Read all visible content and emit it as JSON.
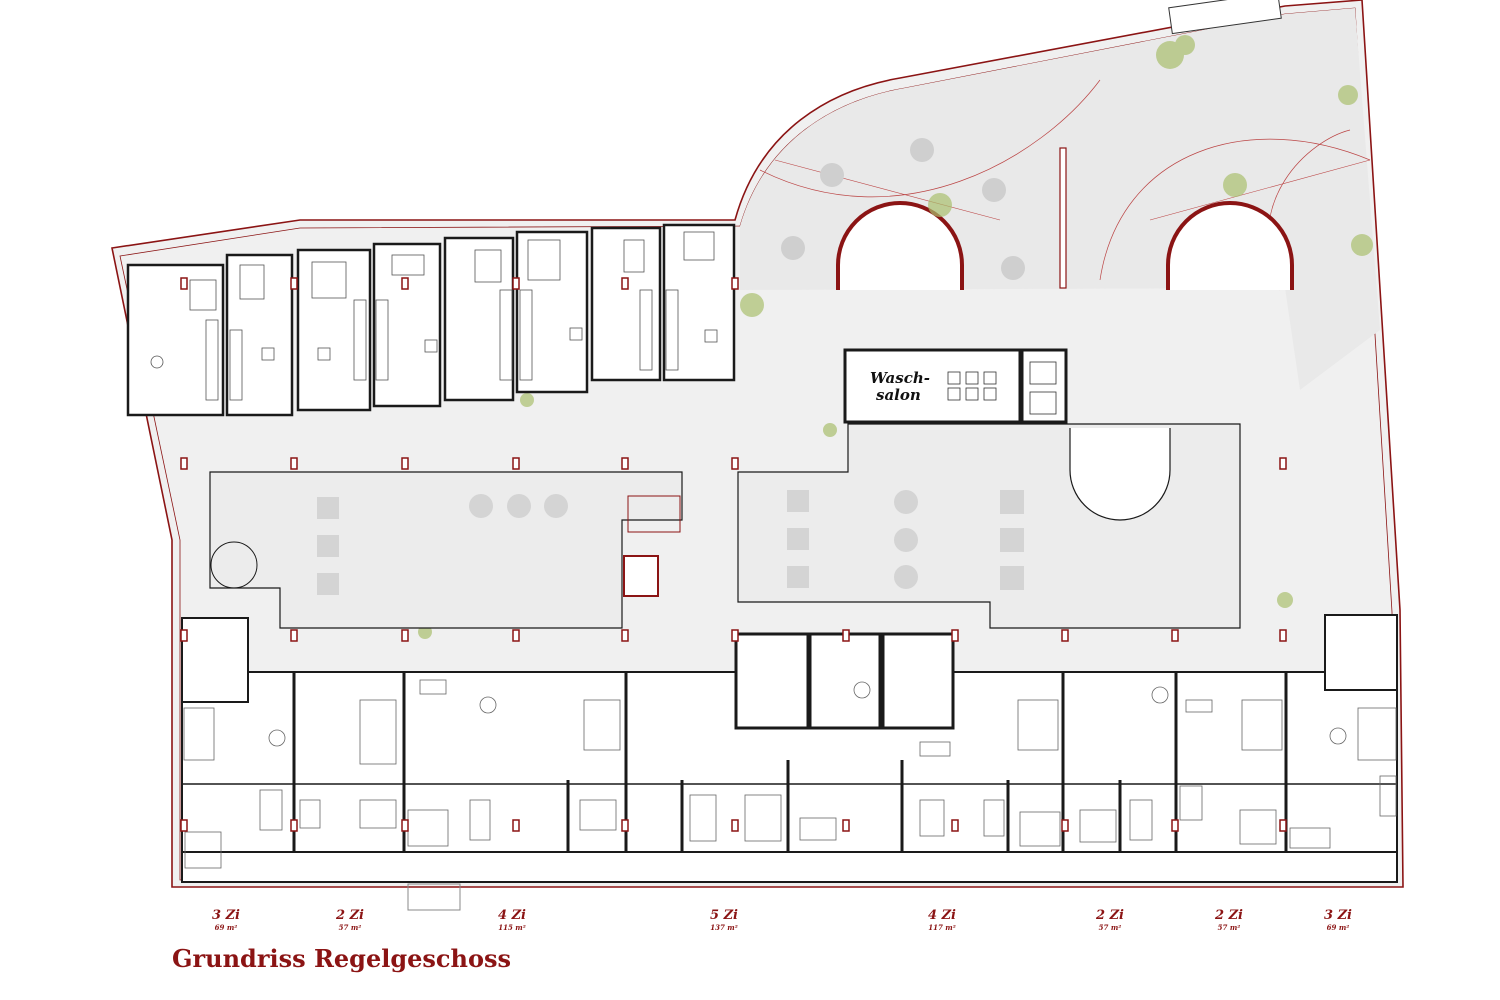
{
  "title": "Grundriss Regelgeschoss",
  "room_label": {
    "line1": "Wasch-",
    "line2": "salon"
  },
  "units": [
    {
      "rooms": "3 Zi",
      "area": "69 m²"
    },
    {
      "rooms": "2 Zi",
      "area": "57 m²"
    },
    {
      "rooms": "4 Zi",
      "area": "115 m²"
    },
    {
      "rooms": "5 Zi",
      "area": "137 m²"
    },
    {
      "rooms": "4 Zi",
      "area": "117 m²"
    },
    {
      "rooms": "2 Zi",
      "area": "57 m²"
    },
    {
      "rooms": "2 Zi",
      "area": "57 m²"
    },
    {
      "rooms": "3 Zi",
      "area": "69 m²"
    }
  ],
  "colors": {
    "accent": "#8b1414",
    "wall": "#1a1a1a",
    "floor": "#f0f0f0",
    "vegetation": "#a9bf6e",
    "furniture_grey": "#d4d4d4"
  }
}
